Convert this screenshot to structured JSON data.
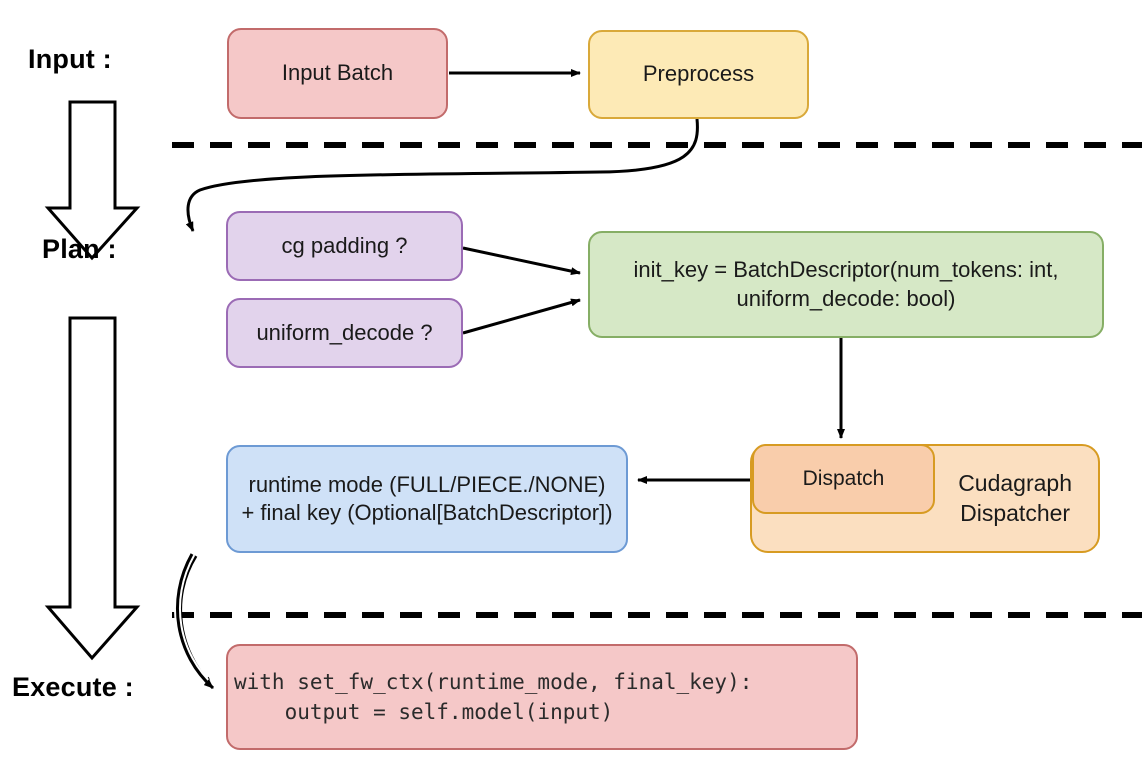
{
  "diagram": {
    "title": "vLLM cudagraph dispatch pipeline",
    "background": "#ffffff",
    "stages": [
      {
        "id": "input",
        "label": "Input :"
      },
      {
        "id": "plan",
        "label": "Plan :"
      },
      {
        "id": "execute",
        "label": "Execute :"
      }
    ],
    "nodes": {
      "input_batch": {
        "label": "Input Batch",
        "fill": "#f5c8c8",
        "stroke": "#c26b6b"
      },
      "preprocess": {
        "label": "Preprocess",
        "fill": "#fdeab6",
        "stroke": "#d9a93a"
      },
      "cg_padding": {
        "label": "cg padding ?",
        "fill": "#e2d3ec",
        "stroke": "#9b6bb5"
      },
      "uniform_decode": {
        "label": "uniform_decode ?",
        "fill": "#e2d3ec",
        "stroke": "#9b6bb5"
      },
      "init_key": {
        "label": "init_key = BatchDescriptor(num_tokens: int,\nuniform_decode: bool)",
        "fill": "#d6e8c6",
        "stroke": "#86ae65"
      },
      "cudagraph_dispatcher": {
        "label": "Cudagraph\nDispatcher",
        "fill": "#fbdfc0",
        "stroke": "#d79b22"
      },
      "dispatch": {
        "label": "Dispatch",
        "fill": "#f9cdab",
        "stroke": "#d79b22"
      },
      "runtime_mode": {
        "label": "runtime mode (FULL/PIECE./NONE)\n+ final key (Optional[BatchDescriptor])",
        "fill": "#cfe1f7",
        "stroke": "#6d9ad4"
      },
      "code_block": {
        "label": "with set_fw_ctx(runtime_mode, final_key):\n    output = self.model(input)",
        "fill": "#f5c8c8",
        "stroke": "#c26b6b"
      }
    },
    "separators": [
      {
        "id": "input-plan-divider",
        "style": "dashed"
      },
      {
        "id": "plan-execute-divider",
        "style": "dashed"
      }
    ],
    "flow_arrows": [
      {
        "id": "input-batch-to-preprocess",
        "from": "input_batch",
        "to": "preprocess"
      },
      {
        "id": "preprocess-to-cg-padding",
        "from": "preprocess",
        "to": "cg_padding"
      },
      {
        "id": "cg-padding-to-init-key",
        "from": "cg_padding",
        "to": "init_key"
      },
      {
        "id": "uniform-decode-to-init-key",
        "from": "uniform_decode",
        "to": "init_key"
      },
      {
        "id": "init-key-to-dispatch",
        "from": "init_key",
        "to": "dispatch"
      },
      {
        "id": "dispatch-to-runtime-mode",
        "from": "dispatch",
        "to": "runtime_mode"
      },
      {
        "id": "runtime-mode-to-code-block",
        "from": "runtime_mode",
        "to": "code_block"
      }
    ],
    "stage_arrows": [
      {
        "id": "input-to-plan-block-arrow"
      },
      {
        "id": "plan-to-execute-block-arrow"
      }
    ]
  }
}
